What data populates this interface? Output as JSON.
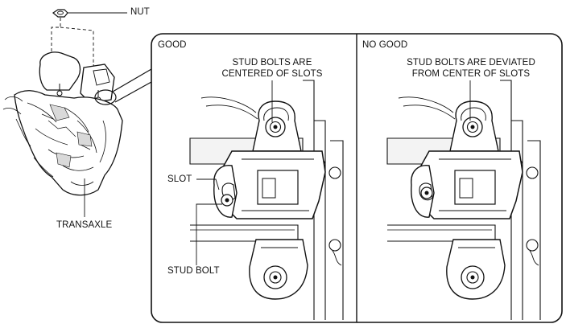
{
  "callouts": {
    "nut": "NUT",
    "transaxle": "TRANSAXLE",
    "slot": "SLOT",
    "stud_bolt": "STUD BOLT"
  },
  "panels": {
    "good": {
      "title": "GOOD",
      "caption_line1": "STUD BOLTS ARE",
      "caption_line2": "CENTERED OF SLOTS"
    },
    "no_good": {
      "title": "NO GOOD",
      "caption_line1": "STUD BOLTS ARE DEVIATED",
      "caption_line2": "FROM CENTER OF SLOTS"
    }
  },
  "colors": {
    "ink": "#111111",
    "background": "#ffffff",
    "shade": "#dcdcdc"
  }
}
